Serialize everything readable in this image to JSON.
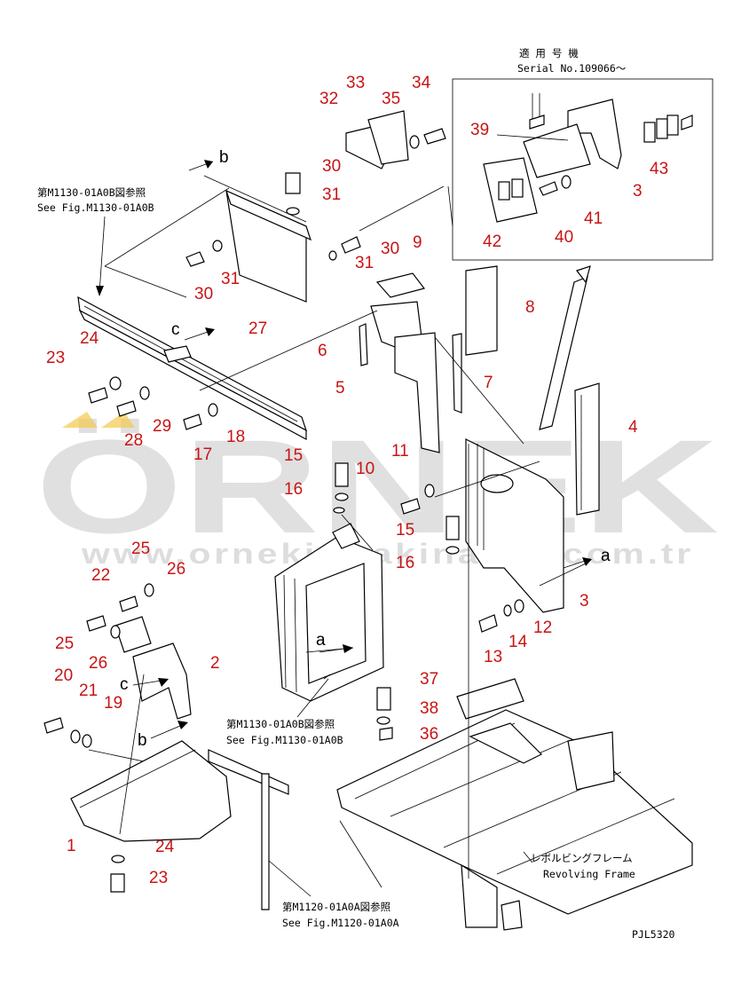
{
  "inset": {
    "title_jp": "適 用 号 機",
    "title_en": "Serial No.109066〜"
  },
  "references": {
    "ref_top_jp": "第M1130-01A0B図参照",
    "ref_top_en": "See Fig.M1130-01A0B",
    "ref_mid_jp": "第M1130-01A0B図参照",
    "ref_mid_en": "See Fig.M1130-01A0B",
    "ref_bot_jp": "第M1120-01A0A図参照",
    "ref_bot_en": "See Fig.M1120-01A0A"
  },
  "frame_label": {
    "jp": "レボルビングフレーム",
    "en": "Revolving Frame"
  },
  "drawing_code": "PJL5320",
  "watermark": {
    "brand": "ÖRNEK",
    "url": "www.ornekisмakinalari.com.tr"
  },
  "arrow_labels": {
    "a1": "a",
    "a2": "a",
    "b1": "b",
    "b2": "b",
    "c1": "c",
    "c2": "c"
  },
  "part_numbers": {
    "p1": "1",
    "p2": "2",
    "p3a": "3",
    "p3b": "3",
    "p4": "4",
    "p5": "5",
    "p6": "6",
    "p7": "7",
    "p8": "8",
    "p9": "9",
    "p10": "10",
    "p11": "11",
    "p12": "12",
    "p13": "13",
    "p14": "14",
    "p15a": "15",
    "p15b": "15",
    "p16a": "16",
    "p16b": "16",
    "p17": "17",
    "p18": "18",
    "p19": "19",
    "p20": "20",
    "p21": "21",
    "p22": "22",
    "p23a": "23",
    "p23b": "23",
    "p24a": "24",
    "p24b": "24",
    "p25a": "25",
    "p25b": "25",
    "p26a": "26",
    "p26b": "26",
    "p27": "27",
    "p28": "28",
    "p29": "29",
    "p30a": "30",
    "p30b": "30",
    "p30c": "30",
    "p31a": "31",
    "p31b": "31",
    "p31c": "31",
    "p32": "32",
    "p33": "33",
    "p34": "34",
    "p35": "35",
    "p36": "36",
    "p37": "37",
    "p38": "38",
    "p39": "39",
    "p40": "40",
    "p41": "41",
    "p42": "42",
    "p43": "43"
  },
  "colors": {
    "callout": "#c81414",
    "line": "#000000",
    "watermark": "#c8c8c8",
    "watermark_accent": "#f2c94c"
  }
}
